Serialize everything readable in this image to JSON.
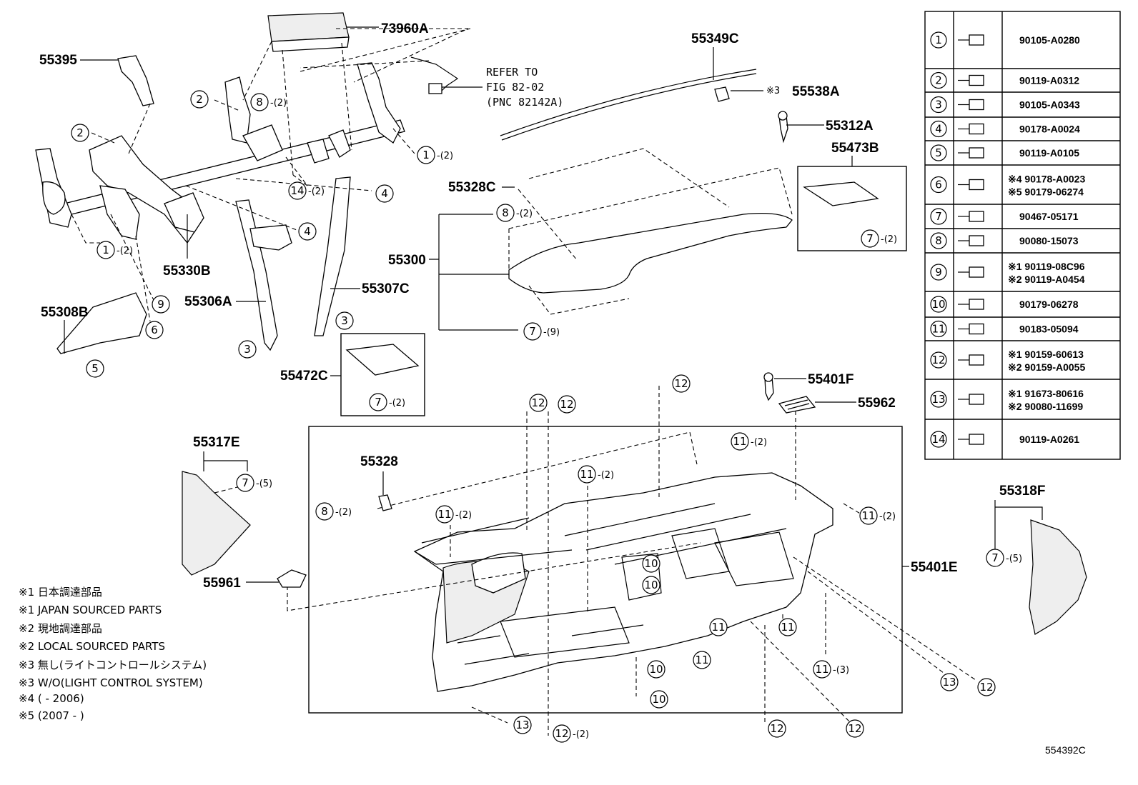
{
  "part_labels": {
    "p73960A": "73960A",
    "p55395": "55395",
    "p55349C": "55349C",
    "p55538A": "55538A",
    "p55312A": "55312A",
    "p55473B": "55473B",
    "p55328C": "55328C",
    "p55300": "55300",
    "p55330B": "55330B",
    "p55306A": "55306A",
    "p55307C": "55307C",
    "p55308B": "55308B",
    "p55472C": "55472C",
    "p55401F": "55401F",
    "p55962": "55962",
    "p55317E": "55317E",
    "p55328": "55328",
    "p55401E": "55401E",
    "p55318F": "55318F",
    "p55961": "55961"
  },
  "reference": {
    "line1": "REFER TO",
    "line2": "FIG 82-02",
    "line3": "(PNC 82142A)"
  },
  "mark_3": "※3",
  "callouts": {
    "c1": "1",
    "c2": "2",
    "c3": "3",
    "c4": "4",
    "c5": "5",
    "c6": "6",
    "c7": "7",
    "c8": "8",
    "c9": "9",
    "c10": "10",
    "c11": "11",
    "c12": "12",
    "c13": "13",
    "c14": "14"
  },
  "quantities": {
    "q2": "-(2)",
    "q3": "-(3)",
    "q5": "-(5)",
    "q9": "-(9)"
  },
  "fastener_table": [
    {
      "num": "1",
      "parts": [
        "90105-A0280"
      ]
    },
    {
      "num": "2",
      "parts": [
        "90119-A0312"
      ]
    },
    {
      "num": "3",
      "parts": [
        "90105-A0343"
      ]
    },
    {
      "num": "4",
      "parts": [
        "90178-A0024"
      ]
    },
    {
      "num": "5",
      "parts": [
        "90119-A0105"
      ]
    },
    {
      "num": "6",
      "parts": [
        "※4 90178-A0023",
        "※5 90179-06274"
      ]
    },
    {
      "num": "7",
      "parts": [
        "90467-05171"
      ]
    },
    {
      "num": "8",
      "parts": [
        "90080-15073"
      ]
    },
    {
      "num": "9",
      "parts": [
        "※1 90119-08C96",
        "※2 90119-A0454"
      ]
    },
    {
      "num": "10",
      "parts": [
        "90179-06278"
      ]
    },
    {
      "num": "11",
      "parts": [
        "90183-05094"
      ]
    },
    {
      "num": "12",
      "parts": [
        "※1 90159-60613",
        "※2 90159-A0055"
      ]
    },
    {
      "num": "13",
      "parts": [
        "※1 91673-80616",
        "※2 90080-11699"
      ]
    },
    {
      "num": "14",
      "parts": [
        "90119-A0261"
      ]
    }
  ],
  "notes": [
    "※1 日本調達部品",
    "※1 JAPAN SOURCED PARTS",
    "※2 現地調達部品",
    "※2 LOCAL SOURCED PARTS",
    "※3 無し(ライトコントロールシステム)",
    "※3 W/O(LIGHT CONTROL SYSTEM)",
    "※4 (       - 2006)",
    "※5 (2007 -       )"
  ],
  "diagram_code": "554392C"
}
